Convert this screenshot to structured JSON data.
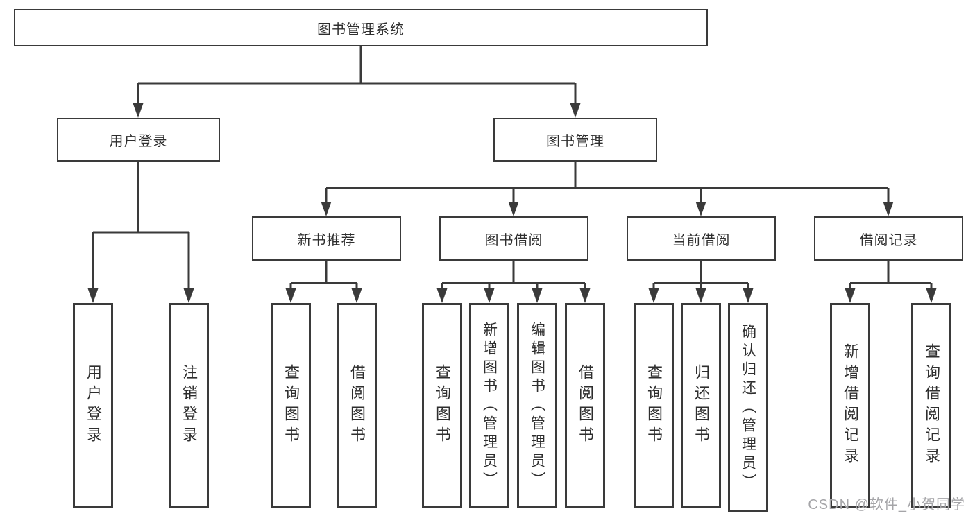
{
  "nodes": {
    "root": {
      "label": "图书管理系统"
    },
    "level2": [
      {
        "label": "用户登录"
      },
      {
        "label": "图书管理"
      }
    ],
    "level3": [
      {
        "label": "新书推荐"
      },
      {
        "label": "图书借阅"
      },
      {
        "label": "当前借阅"
      },
      {
        "label": "借阅记录"
      }
    ],
    "leaves": {
      "user_login": [
        {
          "label": "用户登录"
        },
        {
          "label": "注销登录"
        }
      ],
      "new_book": [
        {
          "label": "查询图书"
        },
        {
          "label": "借阅图书"
        }
      ],
      "book_borrow": [
        {
          "label": "查询图书"
        },
        {
          "label": "新增图书（管理员）"
        },
        {
          "label": "编辑图书（管理员）"
        },
        {
          "label": "借阅图书"
        }
      ],
      "current_borrow": [
        {
          "label": "查询图书"
        },
        {
          "label": "归还图书"
        },
        {
          "label": "确认归还（管理员）"
        }
      ],
      "borrow_record": [
        {
          "label": "新增借阅记录"
        },
        {
          "label": "查询借阅记录"
        }
      ]
    }
  },
  "watermark": "CSDN @软件_小贺同学",
  "colors": {
    "line": "#3a3a3a",
    "text": "#2e2e2e",
    "watermark": "#a5a5a8",
    "background": "#ffffff"
  }
}
